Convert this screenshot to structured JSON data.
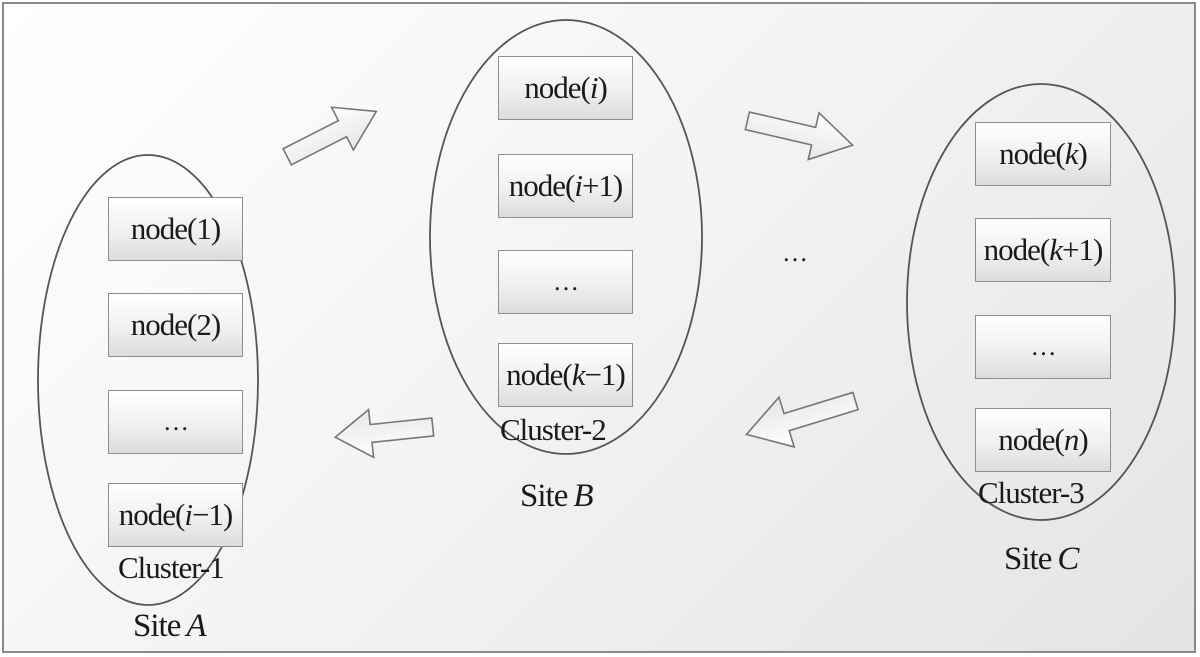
{
  "clusters": [
    {
      "label": "Cluster-1",
      "site_prefix": "Site",
      "site_var": "A",
      "nodes": [
        {
          "pre": "node(",
          "var": "",
          "post": "1)"
        },
        {
          "pre": "node(",
          "var": "",
          "post": "2)"
        },
        {
          "pre": "…",
          "var": "",
          "post": ""
        },
        {
          "pre": "node(",
          "var": "i",
          "post": "−1)"
        }
      ]
    },
    {
      "label": "Cluster-2",
      "site_prefix": "Site",
      "site_var": "B",
      "nodes": [
        {
          "pre": "node(",
          "var": "i",
          "post": ")"
        },
        {
          "pre": "node(",
          "var": "i",
          "post": "+1)"
        },
        {
          "pre": "…",
          "var": "",
          "post": ""
        },
        {
          "pre": "node(",
          "var": "k",
          "post": "−1)"
        }
      ]
    },
    {
      "label": "Cluster-3",
      "site_prefix": "Site",
      "site_var": "C",
      "nodes": [
        {
          "pre": "node(",
          "var": "k",
          "post": ")"
        },
        {
          "pre": "node(",
          "var": "k",
          "post": "+1)"
        },
        {
          "pre": "…",
          "var": "",
          "post": ""
        },
        {
          "pre": "node(",
          "var": "n",
          "post": ")"
        }
      ]
    }
  ],
  "between_dots": "…"
}
